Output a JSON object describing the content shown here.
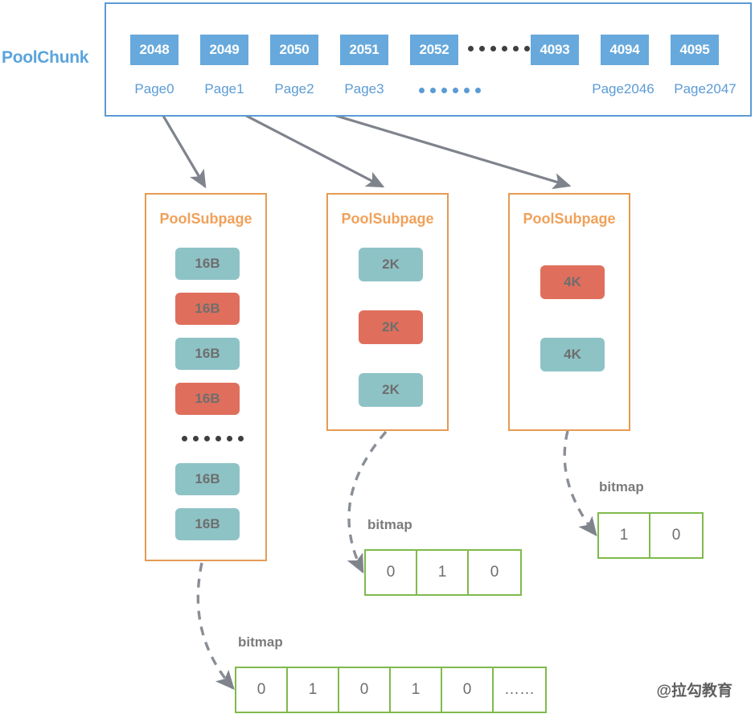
{
  "diagram": {
    "title_label": "PoolChunk",
    "watermark": "@拉勾教育"
  },
  "chunk": {
    "label": "PoolChunk",
    "cells": [
      {
        "id": "2048",
        "page": "Page0"
      },
      {
        "id": "2049",
        "page": "Page1"
      },
      {
        "id": "2050",
        "page": "Page2"
      },
      {
        "id": "2051",
        "page": "Page3"
      },
      {
        "id": "2052",
        "page": ""
      },
      {
        "id": "4093",
        "page": ""
      },
      {
        "id": "4094",
        "page": "Page2046"
      },
      {
        "id": "4095",
        "page": "Page2047"
      }
    ],
    "ellipsis": "••••••"
  },
  "subpages": [
    {
      "title": "PoolSubpage",
      "blocks": [
        {
          "label": "16B",
          "state": "free"
        },
        {
          "label": "16B",
          "state": "used"
        },
        {
          "label": "16B",
          "state": "free"
        },
        {
          "label": "16B",
          "state": "used"
        },
        {
          "label": "…",
          "state": "ellipsis"
        },
        {
          "label": "16B",
          "state": "free"
        },
        {
          "label": "16B",
          "state": "free"
        }
      ]
    },
    {
      "title": "PoolSubpage",
      "blocks": [
        {
          "label": "2K",
          "state": "free"
        },
        {
          "label": "2K",
          "state": "used"
        },
        {
          "label": "2K",
          "state": "free"
        }
      ]
    },
    {
      "title": "PoolSubpage",
      "blocks": [
        {
          "label": "4K",
          "state": "used"
        },
        {
          "label": "4K",
          "state": "free"
        }
      ]
    }
  ],
  "bitmaps": [
    {
      "label": "bitmap",
      "owner": "PoolSubpage-16B",
      "cells": [
        "0",
        "1",
        "0",
        "1",
        "0",
        "……"
      ]
    },
    {
      "label": "bitmap",
      "owner": "PoolSubpage-2K",
      "cells": [
        "0",
        "1",
        "0"
      ]
    },
    {
      "label": "bitmap",
      "owner": "PoolSubpage-4K",
      "cells": [
        "1",
        "0"
      ]
    }
  ],
  "colors": {
    "chunk_blue": "#67a9dc",
    "chunk_border": "#5b9bd5",
    "subpage_border": "#e59b53",
    "subpage_title": "#f0a15a",
    "block_free": "#8ec3c6",
    "block_used": "#df6f5c",
    "bitmap_border": "#7fba4c",
    "arrow_gray": "#7f838c"
  }
}
